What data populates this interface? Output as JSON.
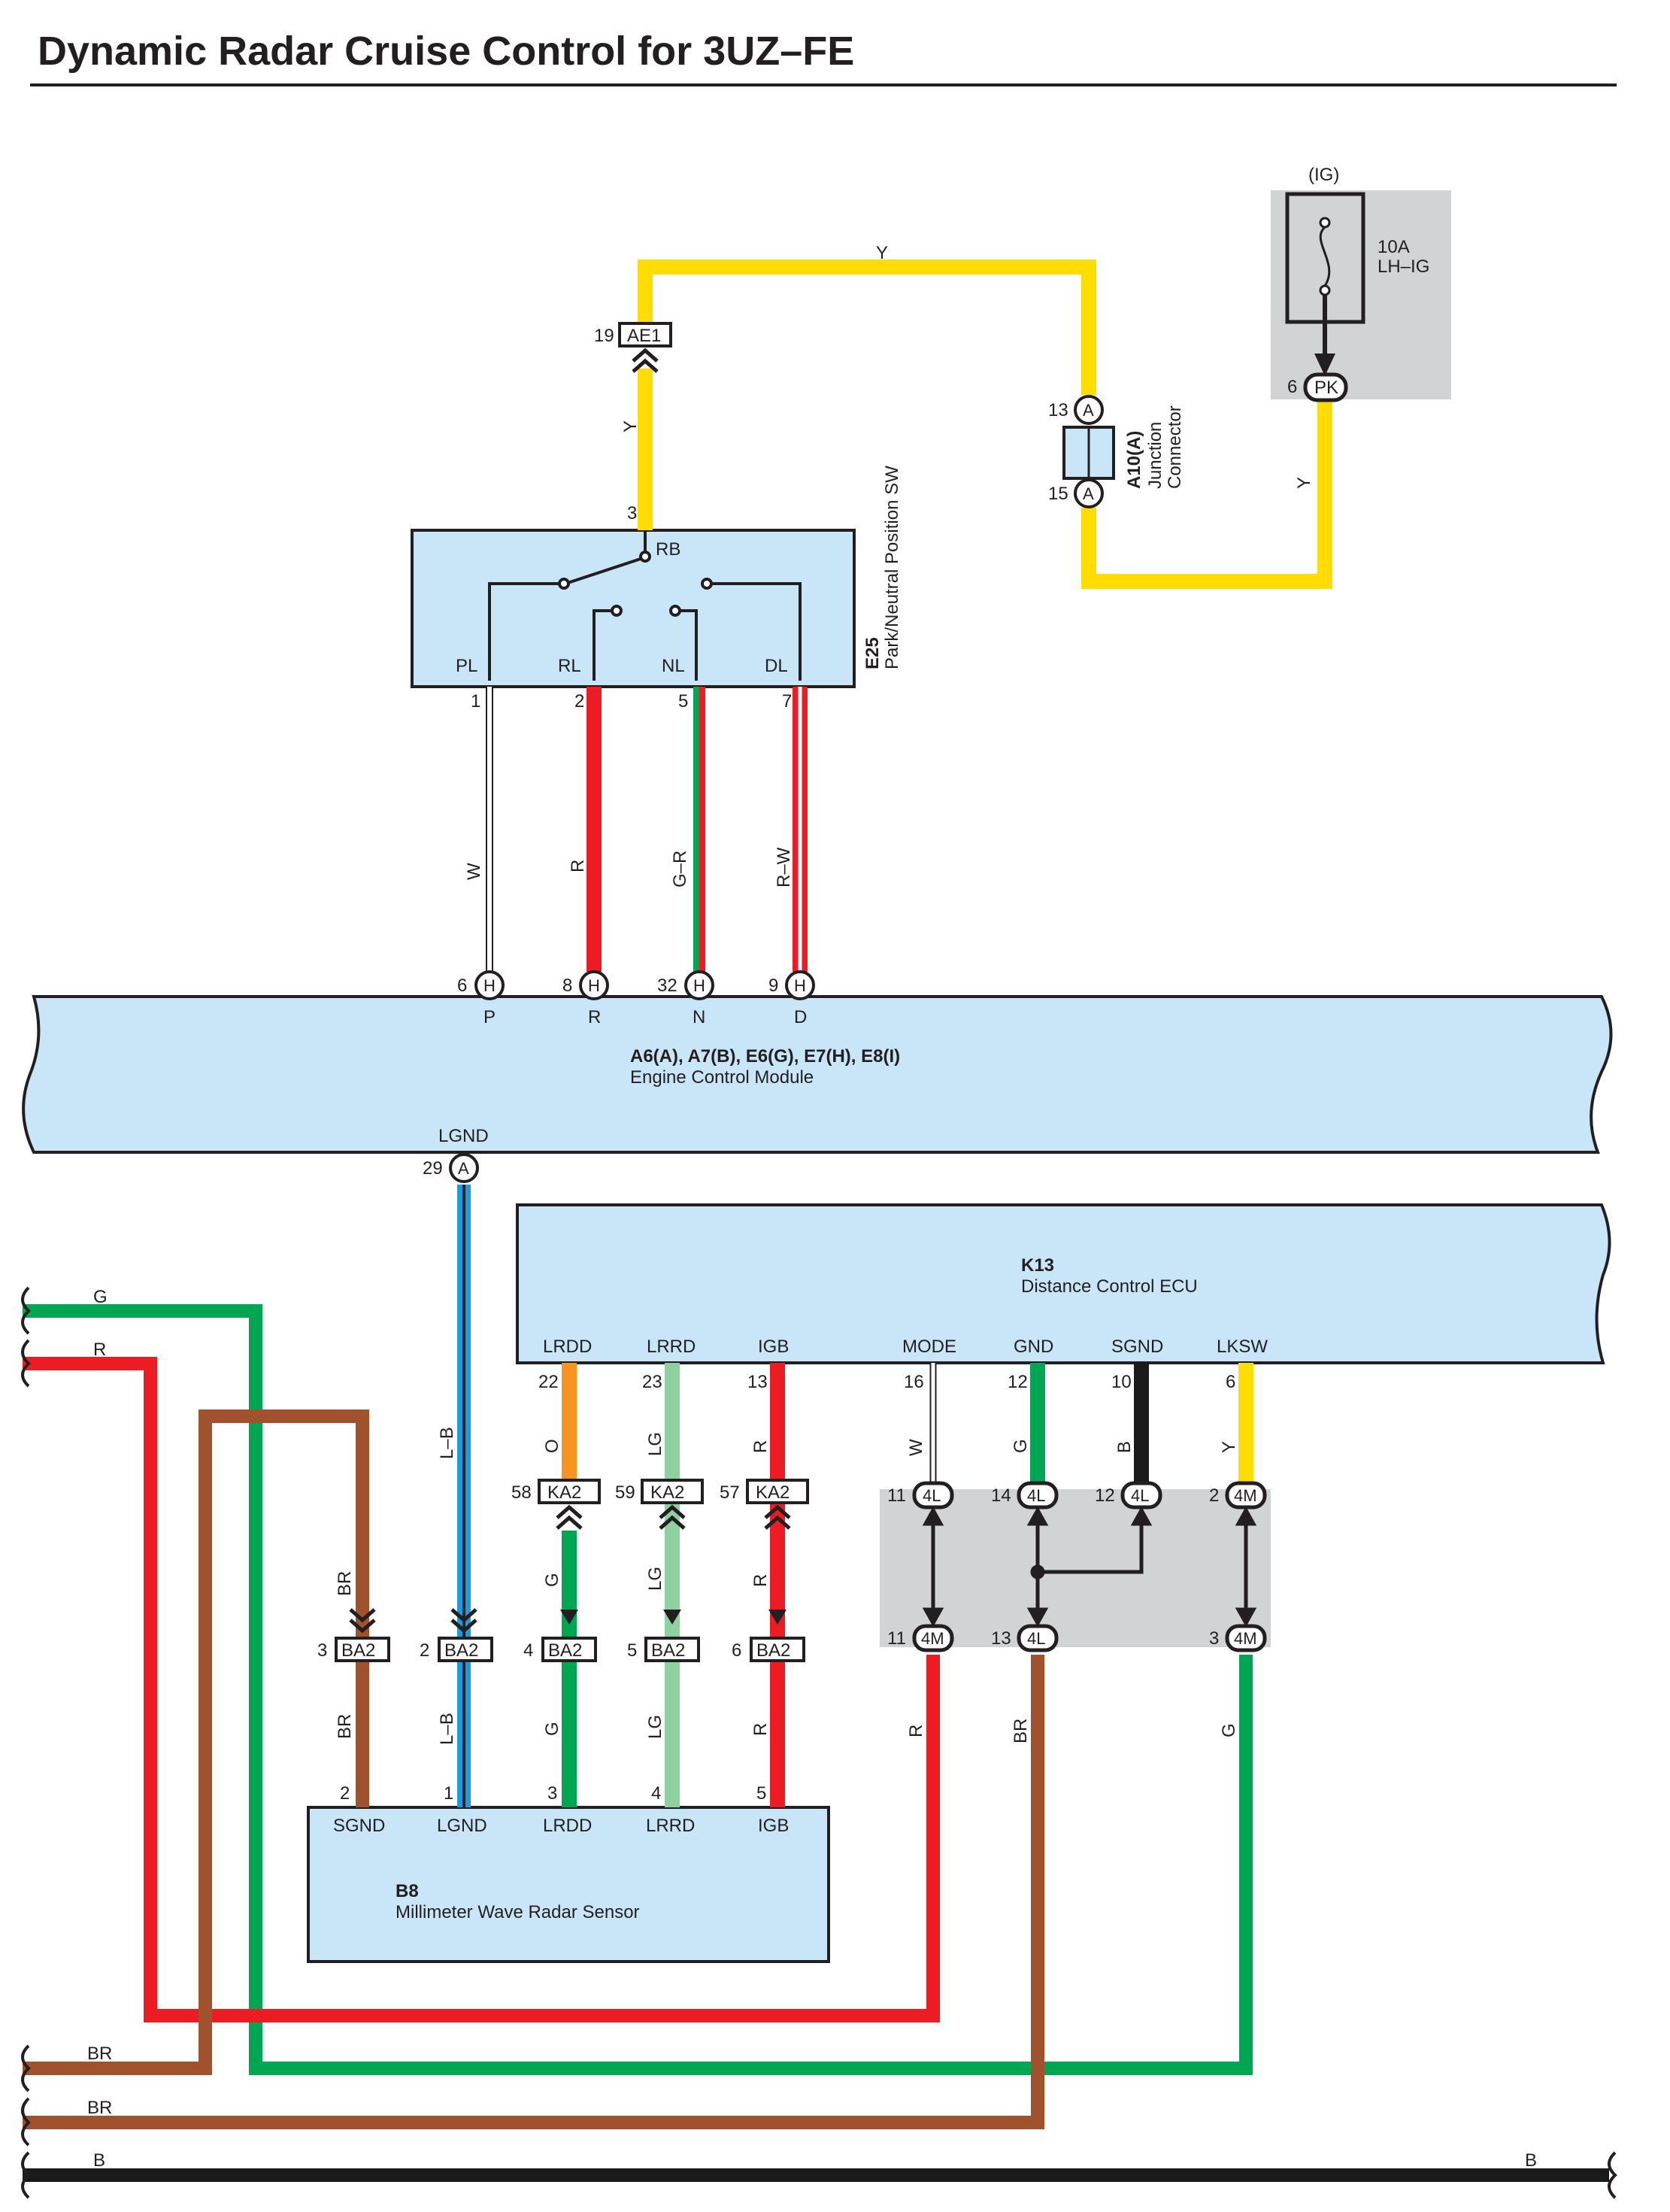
{
  "title": "Dynamic Radar Cruise Control for 3UZ–FE",
  "colors": {
    "Y": "#ffdd00",
    "R": "#ed1c24",
    "G": "#00a651",
    "BR": "#a0522d",
    "O": "#f7941d",
    "LG": "#8fd19e",
    "L": "#1e9be0",
    "B": "#1a1a1a",
    "W": "#ffffff",
    "module_fill": "#c8e6f8",
    "connector_bg": "#d1d3d4"
  },
  "fuse": {
    "group": "(IG)",
    "rating": "10A",
    "name": "LH–IG",
    "pin": "6",
    "connector": "PK"
  },
  "junction": {
    "code": "A10(A)",
    "name_line1": "Junction",
    "name_line2": "Connector",
    "pin_top": "13",
    "pin_bottom": "15",
    "connector": "A"
  },
  "inline_ae1": {
    "pin": "19",
    "connector": "AE1"
  },
  "pnp_switch": {
    "code": "E25",
    "name": "Park/Neutral Position SW",
    "input_pin": "3",
    "input_label": "RB",
    "terminals": [
      {
        "label": "PL",
        "pin": "1",
        "wire": "W"
      },
      {
        "label": "RL",
        "pin": "2",
        "wire": "R"
      },
      {
        "label": "NL",
        "pin": "5",
        "wire": "G–R"
      },
      {
        "label": "DL",
        "pin": "7",
        "wire": "R–W"
      }
    ]
  },
  "ecm": {
    "code": "A6(A), A7(B), E6(G), E7(H), E8(I)",
    "name": "Engine Control Module",
    "inputs": [
      {
        "pin": "6",
        "connector": "H",
        "label": "P"
      },
      {
        "pin": "8",
        "connector": "H",
        "label": "R"
      },
      {
        "pin": "32",
        "connector": "H",
        "label": "N"
      },
      {
        "pin": "9",
        "connector": "H",
        "label": "D"
      }
    ],
    "lgnd": {
      "label": "LGND",
      "pin": "29",
      "connector": "A",
      "wire": "L–B"
    }
  },
  "ecu": {
    "code": "K13",
    "name": "Distance Control ECU",
    "terminals": [
      {
        "label": "LRDD",
        "pin": "22",
        "wire": "O"
      },
      {
        "label": "LRRD",
        "pin": "23",
        "wire": "LG"
      },
      {
        "label": "IGB",
        "pin": "13",
        "wire": "R"
      },
      {
        "label": "MODE",
        "pin": "16",
        "wire": "W"
      },
      {
        "label": "GND",
        "pin": "12",
        "wire": "G"
      },
      {
        "label": "SGND",
        "pin": "10",
        "wire": "B"
      },
      {
        "label": "LKSW",
        "pin": "6",
        "wire": "Y"
      }
    ]
  },
  "ka2": [
    {
      "pin": "58",
      "connector": "KA2"
    },
    {
      "pin": "59",
      "connector": "KA2"
    },
    {
      "pin": "57",
      "connector": "KA2"
    }
  ],
  "ka2_below_wires": [
    "G",
    "LG",
    "R"
  ],
  "ba2": [
    {
      "pin": "3",
      "connector": "BA2",
      "wire_above": "BR",
      "wire_below": "BR"
    },
    {
      "pin": "2",
      "connector": "BA2",
      "wire_above": "L–B",
      "wire_below": "L–B"
    },
    {
      "pin": "4",
      "connector": "BA2",
      "wire_above": "G",
      "wire_below": "G"
    },
    {
      "pin": "5",
      "connector": "BA2",
      "wire_above": "LG",
      "wire_below": "LG"
    },
    {
      "pin": "6",
      "connector": "BA2",
      "wire_above": "R",
      "wire_below": "R"
    }
  ],
  "joint_top": [
    {
      "pin": "11",
      "connector": "4L"
    },
    {
      "pin": "14",
      "connector": "4L"
    },
    {
      "pin": "12",
      "connector": "4L"
    },
    {
      "pin": "2",
      "connector": "4M"
    }
  ],
  "joint_bottom": [
    {
      "pin": "11",
      "connector": "4M",
      "wire": "R"
    },
    {
      "pin": "13",
      "connector": "4L",
      "wire": "BR"
    },
    {
      "pin": "3",
      "connector": "4M",
      "wire": "G"
    }
  ],
  "radar": {
    "code": "B8",
    "name": "Millimeter Wave Radar Sensor",
    "terminals": [
      {
        "label": "SGND",
        "pin": "2"
      },
      {
        "label": "LGND",
        "pin": "1"
      },
      {
        "label": "LRDD",
        "pin": "3"
      },
      {
        "label": "LRRD",
        "pin": "4"
      },
      {
        "label": "IGB",
        "pin": "5"
      }
    ]
  },
  "fuse_wire": "Y",
  "top_wire": "Y",
  "ae1_wire": "Y",
  "left_wires": [
    "G",
    "R",
    "BR",
    "BR",
    "B"
  ],
  "right_wire": "B"
}
